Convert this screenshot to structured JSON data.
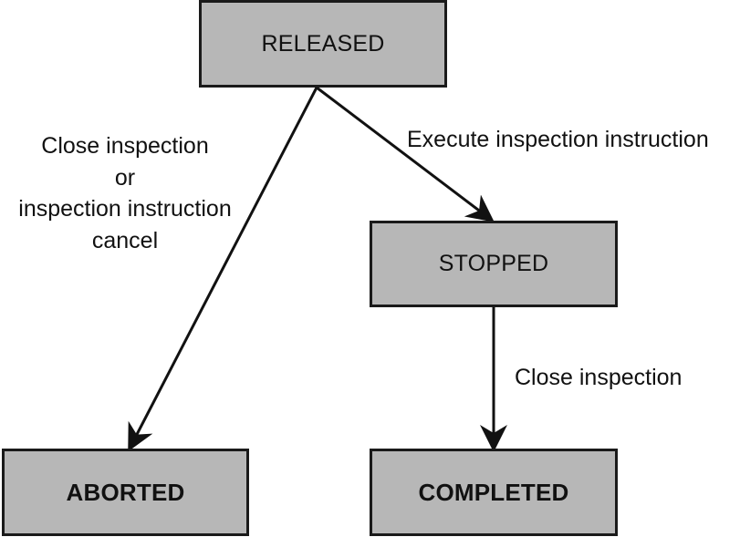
{
  "states": {
    "released": "RELEASED",
    "stopped": "STOPPED",
    "aborted": "ABORTED",
    "completed": "COMPLETED"
  },
  "transitions": {
    "released_to_aborted": {
      "line1": "Close inspection",
      "line2": "or",
      "line3": "inspection instruction",
      "line4": "cancel"
    },
    "released_to_stopped": "Execute inspection instruction",
    "stopped_to_completed": "Close inspection"
  },
  "colors": {
    "state_fill": "#b7b7b7",
    "stroke": "#1a1a1a",
    "text": "#111111"
  }
}
